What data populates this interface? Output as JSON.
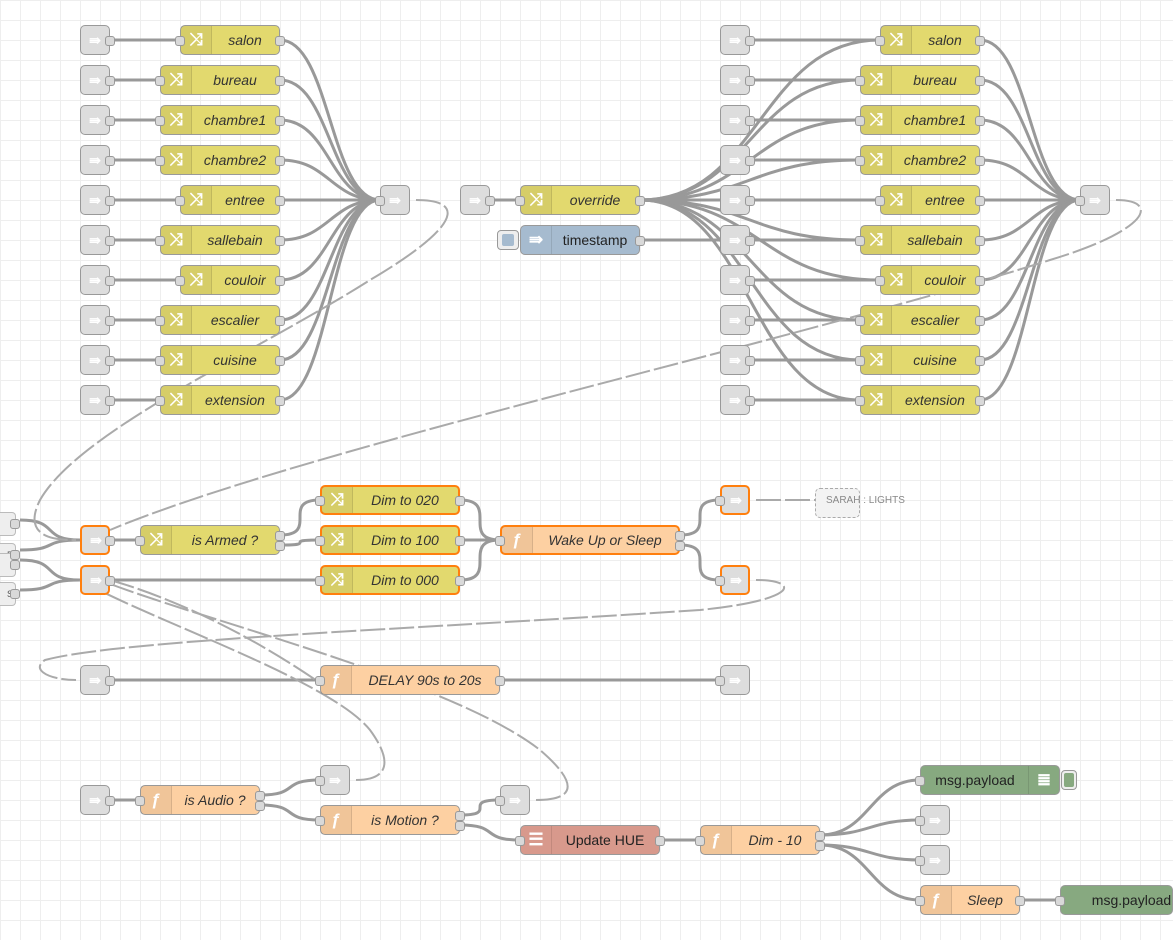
{
  "icons": {
    "change": "⤨",
    "function": "ƒ",
    "inject": "⇛",
    "link": "⇛",
    "debug": "≣",
    "hue": "☰"
  },
  "colors": {
    "change": "#e2d96e",
    "function": "#fdd0a2",
    "inject": "#a6bbcf",
    "debug": "#87a980",
    "hue": "#d8998c",
    "link": "#dddddd",
    "selected": "#ff7f0e"
  },
  "nodes": {
    "left_rooms": [
      "salon",
      "bureau",
      "chambre1",
      "chambre2",
      "entree",
      "sallebain",
      "couloir",
      "escalier",
      "cuisine",
      "extension"
    ],
    "right_rooms": [
      "salon",
      "bureau",
      "chambre1",
      "chambre2",
      "entree",
      "sallebain",
      "couloir",
      "escalier",
      "cuisine",
      "extension"
    ],
    "override": "override",
    "timestamp": "timestamp",
    "is_armed": "is Armed ?",
    "dim020": "Dim to 020",
    "dim100": "Dim to 100",
    "dim000": "Dim to 000",
    "wake": "Wake Up or Sleep",
    "sarah_lights": "SARAH : LIGHTS",
    "delay": "DELAY 90s to 20s",
    "is_audio": "is Audio ?",
    "is_motion": "is Motion ?",
    "update_hue": "Update HUE",
    "dim_minus": "Dim - 10",
    "debug1": "msg.payload",
    "sleep": "Sleep",
    "debug2": "msg.payload"
  },
  "left_tabs": [
    "r",
    "E",
    "r",
    "S"
  ]
}
